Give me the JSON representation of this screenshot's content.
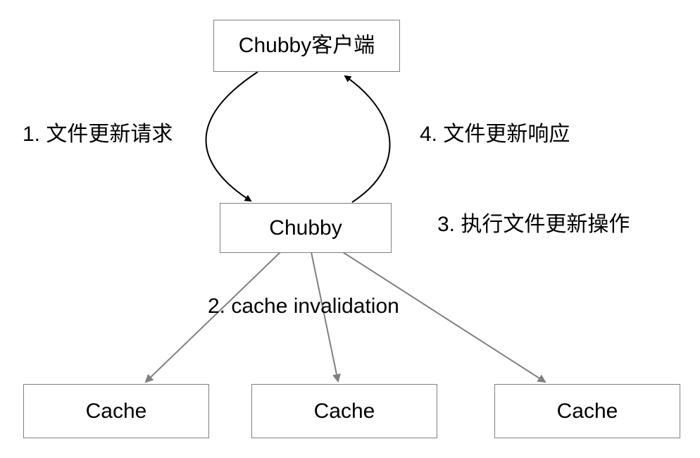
{
  "nodes": {
    "client": {
      "label": "Chubby客户端"
    },
    "chubby": {
      "label": "Chubby"
    },
    "cache_1": {
      "label": "Cache"
    },
    "cache_2": {
      "label": "Cache"
    },
    "cache_3": {
      "label": "Cache"
    }
  },
  "edges": {
    "step1": {
      "label": "1. 文件更新请求",
      "from": "client",
      "to": "chubby"
    },
    "step2": {
      "label": "2.  cache invalidation",
      "from": "chubby",
      "to": [
        "cache_1",
        "cache_2",
        "cache_3"
      ]
    },
    "step3": {
      "label": "3. 执行文件更新操作"
    },
    "step4": {
      "label": "4. 文件更新响应",
      "from": "chubby",
      "to": "client"
    }
  },
  "colors": {
    "request_arrow": "#000000",
    "invalidation_arrow": "#808080",
    "box_border": "#808080",
    "text": "#000000"
  }
}
